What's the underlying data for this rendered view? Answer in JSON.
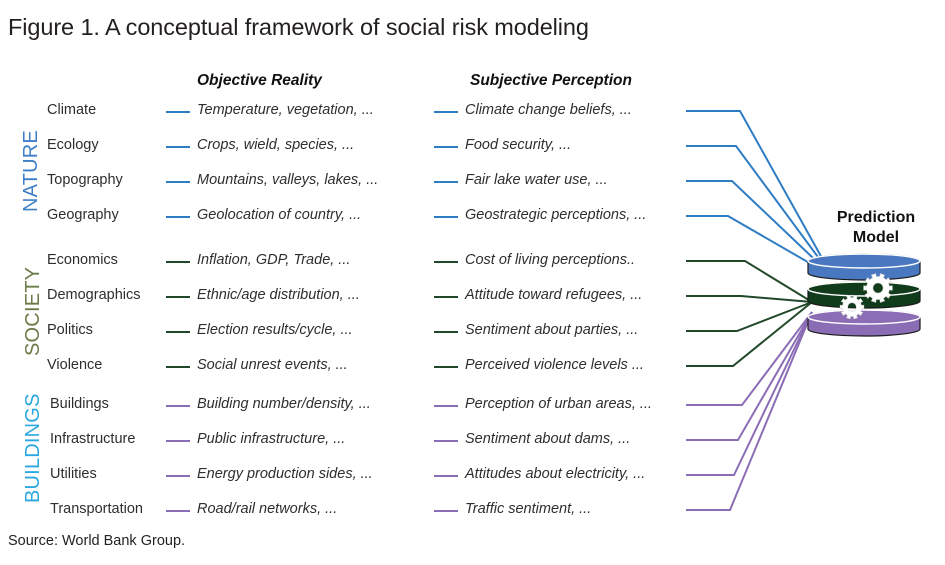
{
  "figure": {
    "title": "Figure 1. A conceptual framework of social risk modeling",
    "source": "Source: World Bank Group."
  },
  "columns": {
    "objective_header": "Objective Reality",
    "subjective_header": "Subjective Perception"
  },
  "model": {
    "title_line1": "Prediction",
    "title_line2": "Model"
  },
  "colors": {
    "nature": "#2E7CC4",
    "nature_label": "#3F7FC8",
    "society": "#22482A",
    "society_label": "#6B7B48",
    "buildings": "#8B6DB5",
    "buildings_label": "#2BA8E0",
    "db_top": "#4A78C0",
    "db_mid": "#113C1C",
    "db_bottom": "#8B6DB5",
    "gear": "#FFFFFF",
    "text": "#2e2e2e"
  },
  "groups": [
    {
      "name": "NATURE",
      "label": "NATURE",
      "label_color": "#3F7FC8",
      "line_color": "#2E7CC4",
      "rows": [
        {
          "label": "Climate",
          "objective": "Temperature, vegetation, ...",
          "subjective": "Climate change beliefs, ..."
        },
        {
          "label": "Ecology",
          "objective": "Crops, wield, species, ...",
          "subjective": "Food security, ..."
        },
        {
          "label": "Topography",
          "objective": "Mountains, valleys, lakes, ...",
          "subjective": "Fair lake water use, ..."
        },
        {
          "label": "Geography",
          "objective": "Geolocation of country, ...",
          "subjective": "Geostrategic perceptions, ..."
        }
      ]
    },
    {
      "name": "SOCIETY",
      "label": "SOCIETY",
      "label_color": "#6B7B48",
      "line_color": "#22482A",
      "rows": [
        {
          "label": "Economics",
          "objective": "Inflation, GDP, Trade, ...",
          "subjective": "Cost of living perceptions.."
        },
        {
          "label": "Demographics",
          "objective": "Ethnic/age distribution, ...",
          "subjective": "Attitude toward refugees, ..."
        },
        {
          "label": "Politics",
          "objective": "Election results/cycle, ...",
          "subjective": "Sentiment about parties, ..."
        },
        {
          "label": "Violence",
          "objective": "Social unrest events, ...",
          "subjective": "Perceived violence levels ..."
        }
      ]
    },
    {
      "name": "BUILDINGS",
      "label": "BUILDINGS",
      "label_color": "#2BA8E0",
      "line_color": "#8B6DB5",
      "rows": [
        {
          "label": "Buildings",
          "objective": "Building number/density, ...",
          "subjective": "Perception of urban areas, ..."
        },
        {
          "label": "Infrastructure",
          "objective": "Public infrastructure, ...",
          "subjective": "Sentiment about dams, ..."
        },
        {
          "label": "Utilities",
          "objective": "Energy production sides, ...",
          "subjective": "Attitudes about electricity, ..."
        },
        {
          "label": "Transportation",
          "objective": "Road/rail networks, ...",
          "subjective": "Traffic sentiment, ..."
        }
      ]
    }
  ],
  "diagram_data": {
    "type": "diagram",
    "structure": "three input domains feeding a central prediction model",
    "group_count": 3,
    "rows_per_group": 4,
    "connector_count": 12,
    "convergence_targets": [
      "database-layer-blue",
      "database-layer-green",
      "database-layer-purple"
    ]
  }
}
